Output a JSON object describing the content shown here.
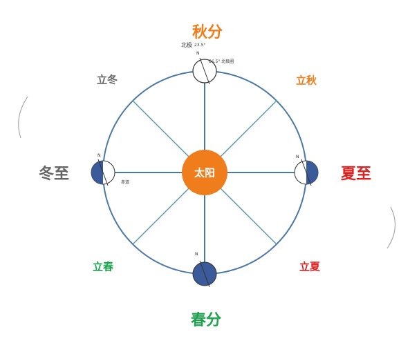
{
  "sun": {
    "label": "太阳",
    "color": "#f07d1c"
  },
  "seasons": {
    "autumn_equinox": {
      "label": "秋分",
      "color": "#f07d1c"
    },
    "summer_solstice": {
      "label": "夏至",
      "color": "#e02020"
    },
    "spring_equinox": {
      "label": "春分",
      "color": "#1aa34a"
    },
    "winter_solstice": {
      "label": "冬至",
      "color": "#666666"
    },
    "start_autumn": {
      "label": "立秋",
      "color": "#f07d1c"
    },
    "start_summer": {
      "label": "立夏",
      "color": "#e02020"
    },
    "start_spring": {
      "label": "立春",
      "color": "#1aa34a"
    },
    "start_winter": {
      "label": "立冬",
      "color": "#666666"
    }
  },
  "annotations": {
    "north_pole": "北极",
    "tilt": "23.5°",
    "arctic": "66.5° 北极圈",
    "equator": "赤道",
    "north": "N"
  },
  "orbit_color": "#4a78a8"
}
